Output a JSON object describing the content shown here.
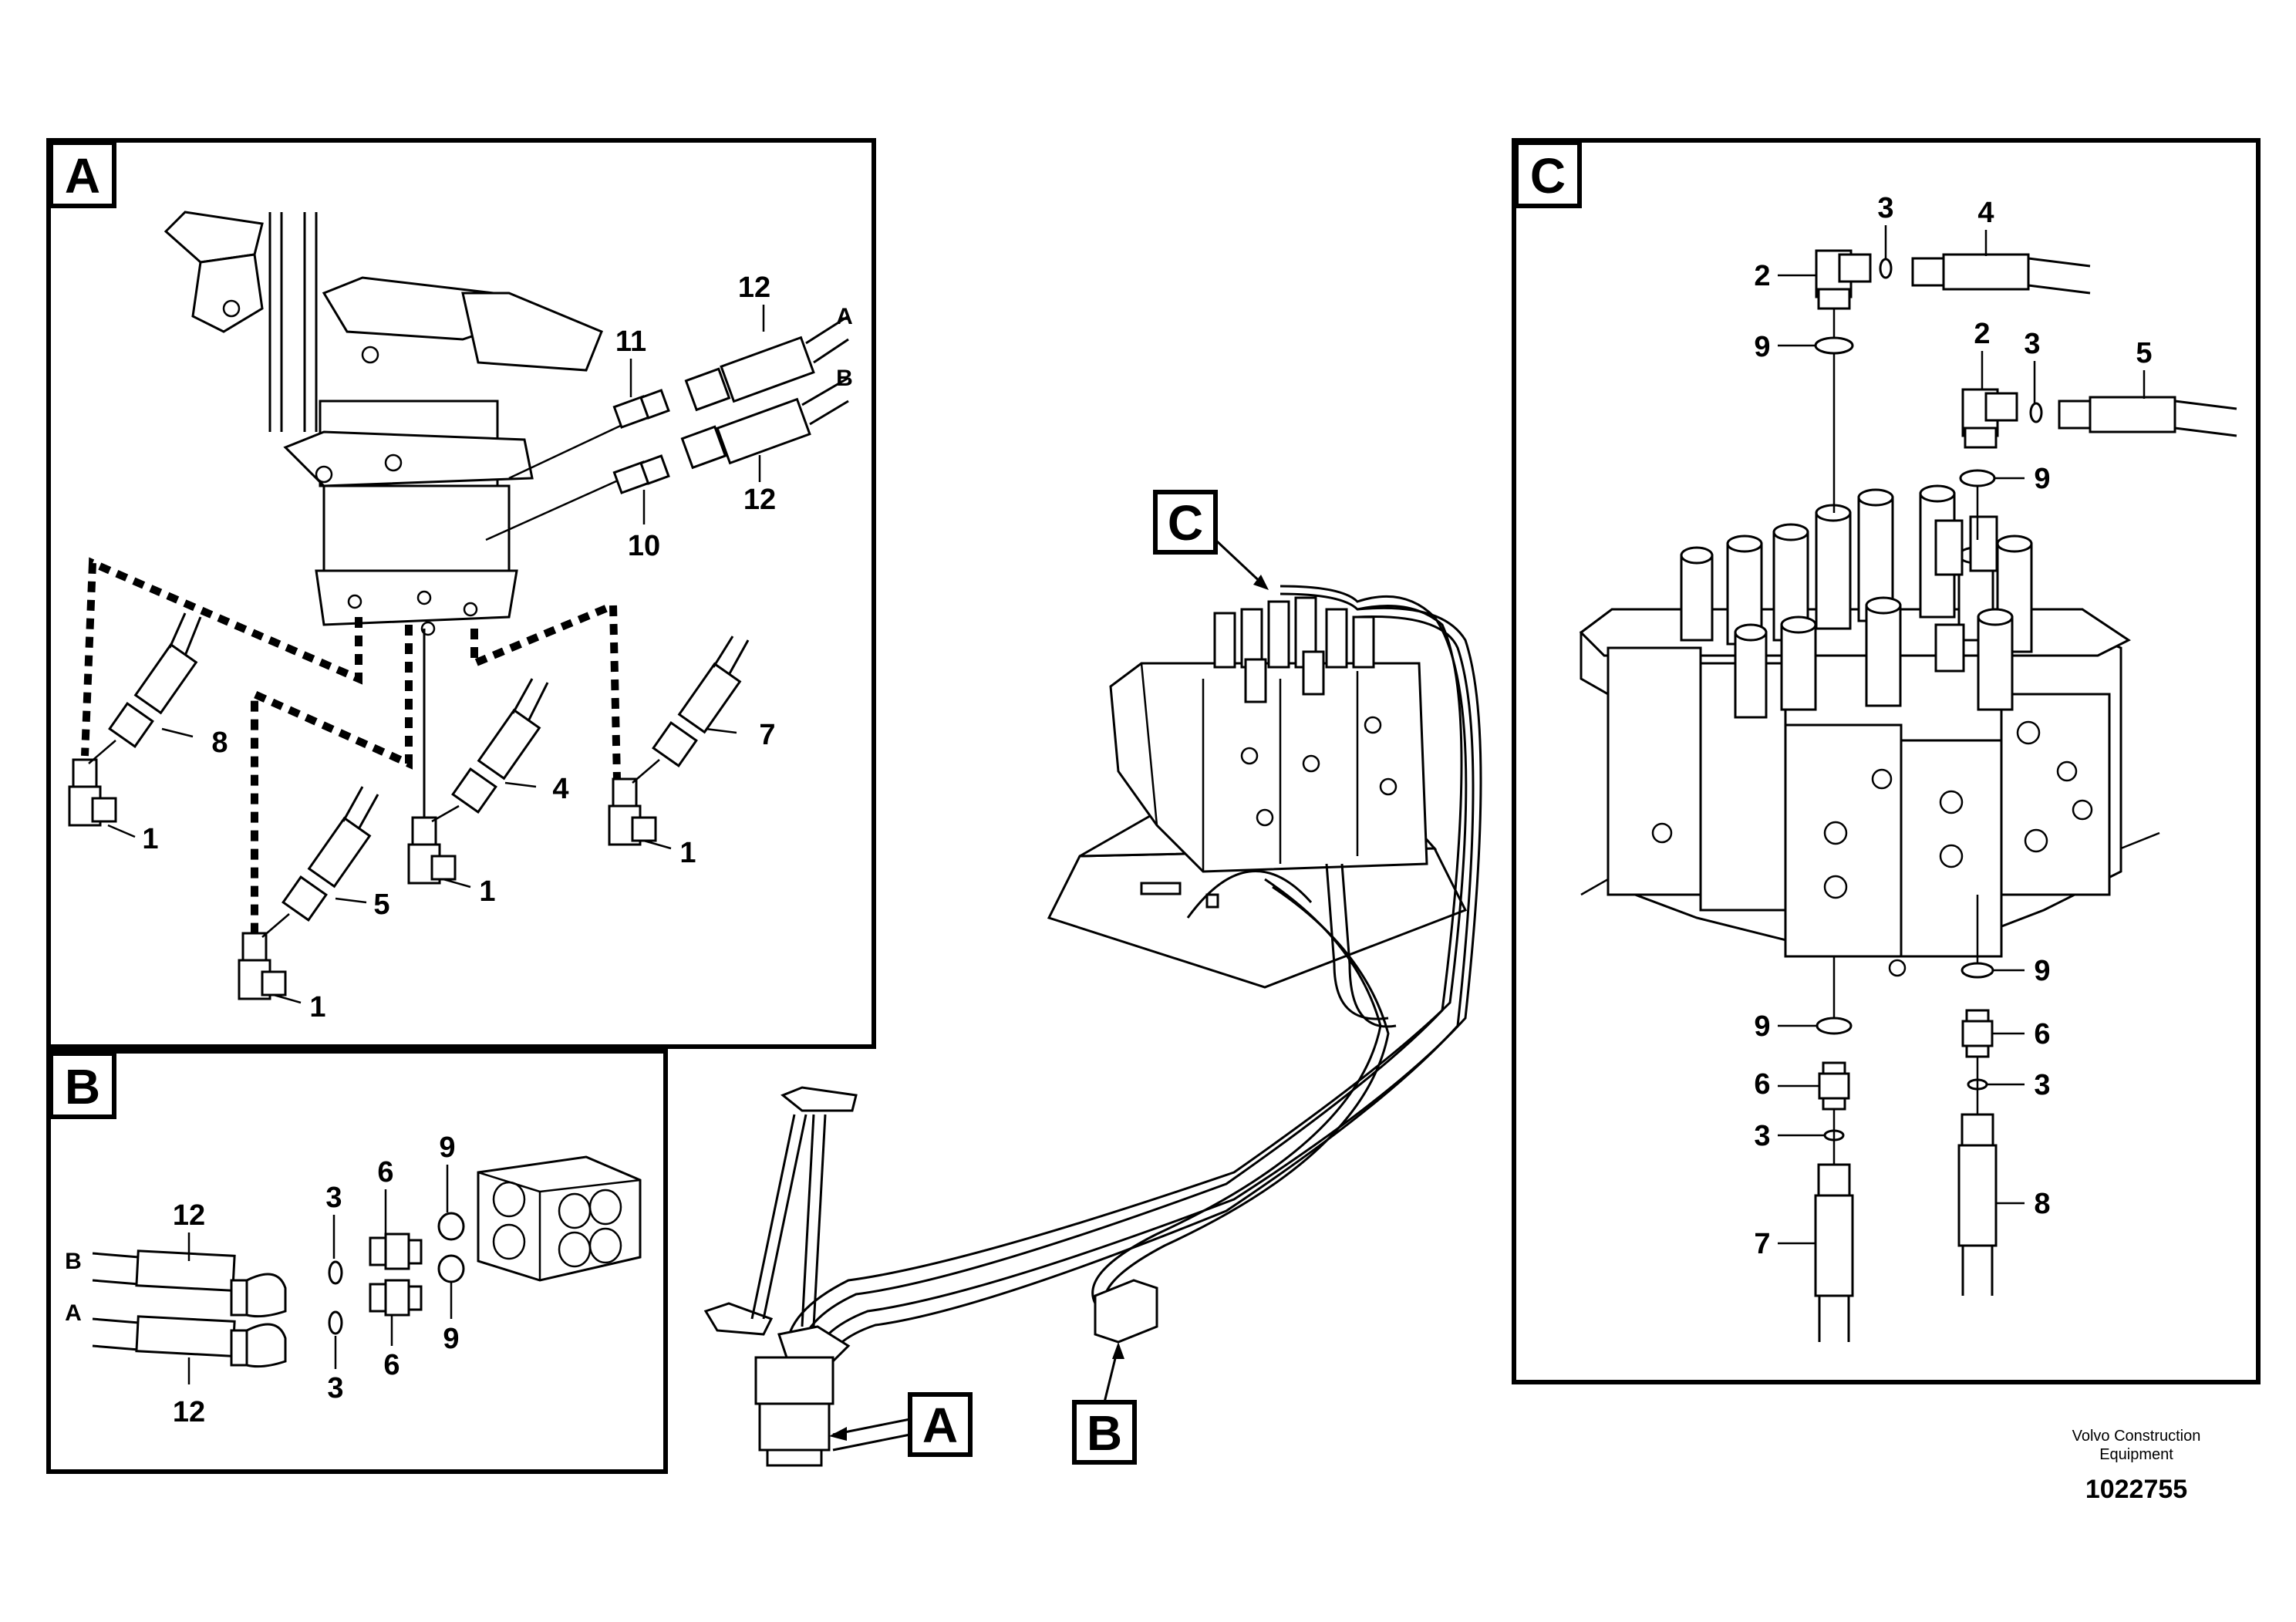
{
  "panels": {
    "a": {
      "tag": "A"
    },
    "b": {
      "tag": "B"
    },
    "c": {
      "tag": "C"
    }
  },
  "main_callouts": {
    "a": "A",
    "b": "B",
    "c": "C"
  },
  "hose_ends": {
    "a": "A",
    "b": "B"
  },
  "numbers": {
    "n1": "1",
    "n2": "2",
    "n3": "3",
    "n4": "4",
    "n5": "5",
    "n6": "6",
    "n7": "7",
    "n8": "8",
    "n9": "9",
    "n10": "10",
    "n11": "11",
    "n12": "12"
  },
  "footer": {
    "company_line1": "Volvo Construction",
    "company_line2": "Equipment",
    "drawing_number": "1022755"
  }
}
